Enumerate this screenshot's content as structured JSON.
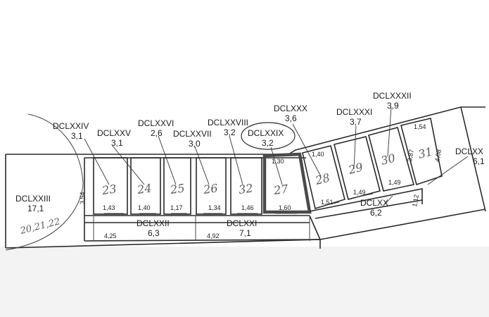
{
  "rooms": [
    {
      "id": "DCLXXIV",
      "area": "3,1",
      "hw": "23",
      "width": "1,43"
    },
    {
      "id": "DCLXXV",
      "area": "3,1",
      "hw": "24",
      "width": "1,40"
    },
    {
      "id": "DCLXXVI",
      "area": "2,6",
      "hw": "25",
      "width": "1,17"
    },
    {
      "id": "DCLXXVII",
      "area": "3,0",
      "hw": "26",
      "width": "1,34"
    },
    {
      "id": "DCLXXVIII",
      "area": "3,2",
      "hw": "32",
      "width": "1,46"
    },
    {
      "id": "DCLXXIX",
      "area": "3,2",
      "hw": "27",
      "width": "1,60",
      "depth": "1,30"
    },
    {
      "id": "DCLXXX",
      "area": "3,6",
      "hw": "28",
      "width": "1,51",
      "depth": "1,40"
    },
    {
      "id": "DCLXXXI",
      "area": "3,7",
      "hw": "29",
      "width": "1,49"
    },
    {
      "id": "DCLXXXII",
      "area": "3,9",
      "hw": "30",
      "width": "1,49",
      "depth": "1,54",
      "side": "3,87"
    },
    {
      "id": "DCLXX",
      "area": "6,1",
      "hw": "31",
      "side": "4,08"
    }
  ],
  "left_room": {
    "id": "DCLXXIII",
    "area": "17,1",
    "hw": "20,21,22",
    "height": "3,54"
  },
  "corridors": [
    {
      "id": "DCLXXII",
      "area": "6,3",
      "length": "4,25"
    },
    {
      "id": "DCLXXI",
      "area": "7,1",
      "length": "4,92"
    },
    {
      "id": "DCLXX",
      "area": "6,2",
      "length": "1,12"
    }
  ]
}
